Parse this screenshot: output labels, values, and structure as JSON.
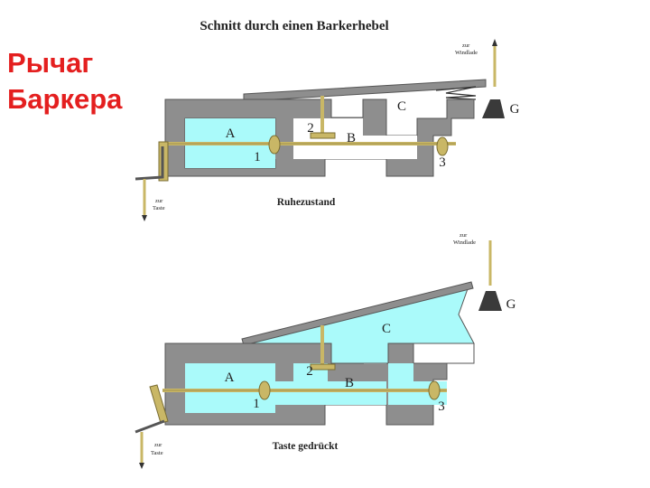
{
  "slide_title": {
    "line1": "Рычаг",
    "line2": "Баркера"
  },
  "diagram": {
    "heading": "Schnitt durch einen Barkerhebel",
    "top": {
      "caption": "Ruhezustand",
      "label_A": "A",
      "label_B": "B",
      "label_C": "C",
      "label_G": "G",
      "label_1": "1",
      "label_2": "2",
      "label_3": "3",
      "note_windlade_1": "zur",
      "note_windlade_2": "Windlade",
      "note_taste_1": "zur",
      "note_taste_2": "Taste"
    },
    "bottom": {
      "caption": "Taste gedrückt",
      "label_A": "A",
      "label_B": "B",
      "label_C": "C",
      "label_G": "G",
      "label_1": "1",
      "label_2": "2",
      "label_3": "3",
      "note_windlade_1": "zur",
      "note_windlade_2": "Windlade",
      "note_taste_1": "zur",
      "note_taste_2": "Taste"
    }
  },
  "colors": {
    "title": "#e41f1f",
    "housing": "#8e8e8e",
    "wind": "#aafafa",
    "brass": "#c9b766",
    "weight": "#3a3a3a"
  }
}
